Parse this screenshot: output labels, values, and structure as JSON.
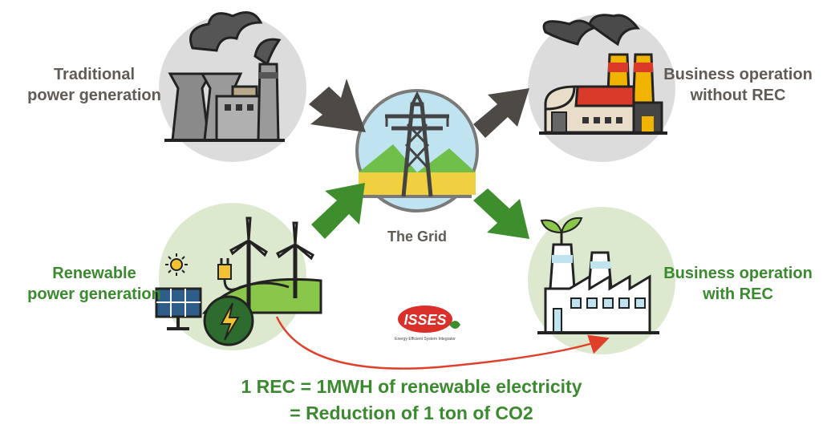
{
  "nodes": {
    "traditional": {
      "line1": "Traditional",
      "line2": "power generation"
    },
    "renewable": {
      "line1": "Renewable",
      "line2": "power generation"
    },
    "grid": {
      "label": "The Grid"
    },
    "without_rec": {
      "line1": "Business operation",
      "line2": "without REC"
    },
    "with_rec": {
      "line1": "Business operation",
      "line2": "with REC"
    }
  },
  "logo": {
    "name": "ISSES",
    "tagline": "Energy Efficient System Integrator"
  },
  "caption": {
    "line1": "1 REC = 1MWH of renewable electricity",
    "line2": "= Reduction of 1 ton of CO2"
  },
  "colors": {
    "grey_text": "#615b55",
    "green_text": "#3b8a2f",
    "grey_arrow": "#4d4944",
    "green_arrow": "#3e8e2e",
    "red_arrow": "#e0402a"
  }
}
